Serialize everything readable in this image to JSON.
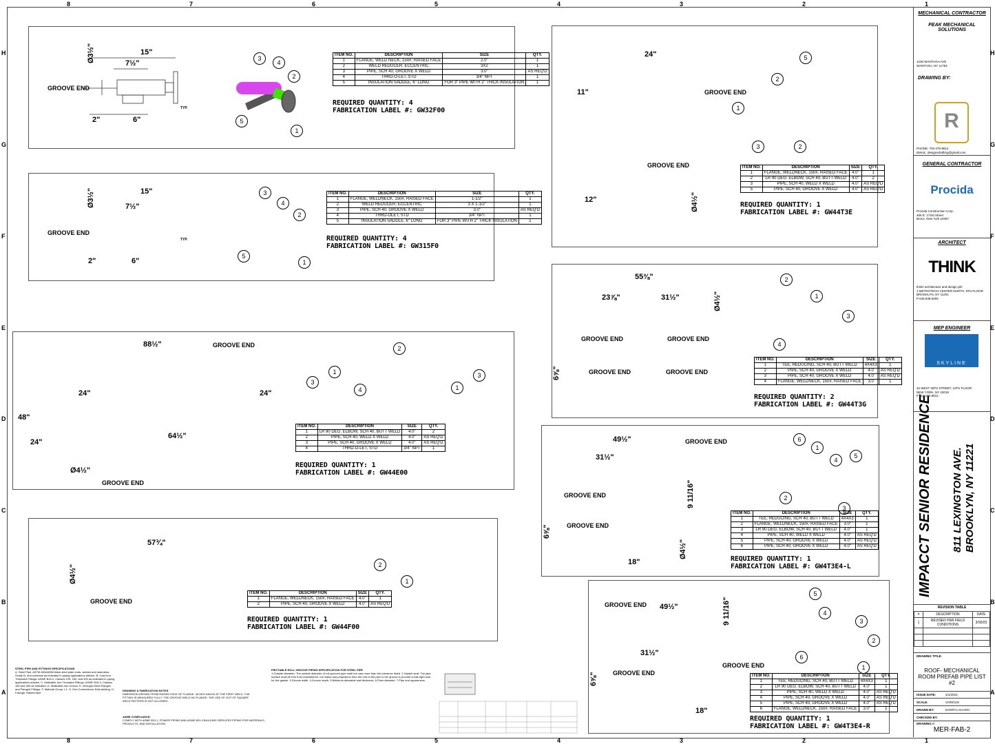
{
  "zones": {
    "cols": [
      "8",
      "7",
      "6",
      "5",
      "4",
      "3",
      "2",
      "1"
    ],
    "rows": [
      "H",
      "G",
      "F",
      "E",
      "D",
      "C",
      "B",
      "A"
    ]
  },
  "colors": {
    "pipe": "#d946ef",
    "fitting": "#ffe600",
    "flange": "#555555",
    "outline": "#333333"
  },
  "bom_header": {
    "item": "ITEM NO.",
    "desc": "DESCRIPTION",
    "size": "SIZE",
    "qty": "QTY."
  },
  "spools": [
    {
      "id": "gw32f00",
      "dims": {
        "d1": "15\"",
        "d2": "7½\"",
        "d3": "2\"",
        "d4": "6\"",
        "dia": "Ø3½\""
      },
      "labels": {
        "groove": "GROOVE END",
        "typ": "TYP."
      },
      "bom": [
        [
          "1",
          "FLANGE, WELD NECK, 150#, RAISED FACE",
          "2.0\"",
          "1"
        ],
        [
          "2",
          "WELD REDUCER, ECCENTRIC",
          "3X2",
          "1"
        ],
        [
          "3",
          "PIPE, SCH 40, GROOVE X WELD",
          "3.0\"",
          "AS REQ'D"
        ],
        [
          "4",
          "THRD-O-LET, STD",
          "3/4\" NPT",
          "1"
        ],
        [
          "5",
          "INSULATION SADDLE, 6\" LONG",
          "FOR 3\" PIPE WITH 2\" THICK INSULATION",
          "1"
        ]
      ],
      "qty": "REQUIRED QUANTITY: 4",
      "fab": "FABRICATION LABEL #: GW32F00"
    },
    {
      "id": "gw315f0",
      "dims": {
        "d1": "15\"",
        "d2": "7½\"",
        "d3": "2\"",
        "d4": "6\"",
        "dia": "Ø3½\""
      },
      "labels": {
        "groove": "GROOVE END",
        "typ": "TYP."
      },
      "bom": [
        [
          "1",
          "FLANGE, WELDNECK, 150#, RAISED FACE",
          "1-1/2\"",
          "1"
        ],
        [
          "2",
          "WELD REDUCER, ECCENTRIC",
          "3 X 1-1/2\"",
          "1"
        ],
        [
          "3",
          "PIPE, SCH 40, GROOVE X WELD",
          "3.0\"",
          "AS REQ'D"
        ],
        [
          "4",
          "THRD-OLET, STD",
          "3/4\" NPT",
          "1"
        ],
        [
          "5",
          "INSULATION SADDLE, 6\" LONG",
          "FOR 3\" PIPE WITH 2\" THICK INSULATION",
          "1"
        ]
      ],
      "qty": "REQUIRED QUANTITY: 4",
      "fab": "FABRICATION LABEL #: GW315F0"
    },
    {
      "id": "gw44e00",
      "dims": {
        "d1": "88½\"",
        "d2": "24\"",
        "d3": "24\"",
        "d4": "64½\"",
        "d5": "48\"",
        "d6": "24\"",
        "dia": "Ø4½\""
      },
      "labels": {
        "groove1": "GROOVE END",
        "groove2": "GROOVE END"
      },
      "bom": [
        [
          "1",
          "LR 90 DEG. ELBOW, SCH 40, BUTT WELD",
          "4.0\"",
          "2"
        ],
        [
          "2",
          "PIPE, SCH 40, WELD X WELD",
          "4.0\"",
          "AS REQ'D"
        ],
        [
          "3",
          "PIPE, SCH 40, GROOVE X WELD",
          "4.0\"",
          "AS REQ'D"
        ],
        [
          "4",
          "THRD-O-LET, STD",
          "3/4\" NPT",
          "1"
        ]
      ],
      "qty": "REQUIRED QUANTITY: 1",
      "fab": "FABRICATION LABEL #: GW44E00"
    },
    {
      "id": "gw44f00",
      "dims": {
        "d1": "57¾\"",
        "dia": "Ø4½\""
      },
      "labels": {
        "groove": "GROOVE END"
      },
      "bom": [
        [
          "1",
          "FLANGE, WELDNECK, 150#, RAISED FACE",
          "4.0\"",
          "1"
        ],
        [
          "2",
          "PIPE, SCH 40, GROOVE X WELD",
          "4.0\"",
          "AS REQ'D"
        ]
      ],
      "qty": "REQUIRED QUANTITY: 1",
      "fab": "FABRICATION LABEL #: GW44F00"
    },
    {
      "id": "gw44t3e",
      "dims": {
        "d1": "24\"",
        "d2": "11\"",
        "d3": "12\"",
        "dia": "Ø4½\""
      },
      "labels": {
        "groove1": "GROOVE END",
        "groove2": "GROOVE END"
      },
      "bom": [
        [
          "1",
          "FLANGE, WELDNECK, 150#, RAISED FACE",
          "4.0\"",
          "1"
        ],
        [
          "2",
          "LR 90 DEG. ELBOW, SCH 40, BUTT WELD",
          "4.0\"",
          "2"
        ],
        [
          "3",
          "PIPE, SCH 40, WELD X WELD",
          "4.0\"",
          "AS REQ'D"
        ],
        [
          "5",
          "PIPE, SCH 40, GROOVE X WELD",
          "4.0\"",
          "AS REQ'D"
        ]
      ],
      "qty": "REQUIRED QUANTITY: 1",
      "fab": "FABRICATION LABEL #: GW44T3E"
    },
    {
      "id": "gw44t3g",
      "dims": {
        "d1": "55⅜\"",
        "d2": "23⅞\"",
        "d3": "31½\"",
        "d4": "6⅝\"",
        "dia": "Ø4½\""
      },
      "labels": {
        "g1": "GROOVE END",
        "g2": "GROOVE END",
        "g3": "GROOVE END",
        "g4": "GROOVE END"
      },
      "bom": [
        [
          "1",
          "TEE, REDUCING, SCH 40, BUTT WELD",
          "4X4X3",
          "1"
        ],
        [
          "2",
          "PIPE, SCH 40, GROOVE X WELD",
          "4.0",
          "AS REQ'D"
        ],
        [
          "3",
          "PIPE, SCH 40, GROOVE X WELD",
          "4.0",
          "AS REQ'D"
        ],
        [
          "4",
          "FLANGE, WELDNECK, 150#, RAISED FACE",
          "3.0",
          "1"
        ]
      ],
      "qty": "REQUIRED QUANTITY: 2",
      "fab": "FABRICATION LABEL #: GW44T3G"
    },
    {
      "id": "gw4t3e4l",
      "dims": {
        "d1": "49½\"",
        "d2": "31½\"",
        "d3": "9 11/16\"",
        "d4": "6⅝\"",
        "d5": "18\"",
        "dia": "Ø4½\""
      },
      "labels": {
        "g1": "GROOVE END",
        "g2": "GROOVE END",
        "g3": "GROOVE END"
      },
      "bom": [
        [
          "1",
          "TEE, REDUCING, SCH 40, BUTT WELD",
          "4X4X3",
          "1"
        ],
        [
          "2",
          "FLANGE, WELDNECK, 150#, RAISED FACE",
          "3.0\"",
          "1"
        ],
        [
          "3",
          "LR 90 DEG. ELBOW, SCH 40, BUTT WELD",
          "4.0\"",
          "1"
        ],
        [
          "4",
          "PIPE, SCH 40, WELD X WELD",
          "4.0\"",
          "AS REQ'D"
        ],
        [
          "5",
          "PIPE, SCH 40, GROOVE X WELD",
          "4.0\"",
          "AS REQ'D"
        ],
        [
          "6",
          "PIPE, SCH 40, GROOVE X WELD",
          "4.0\"",
          "AS REQ'D"
        ]
      ],
      "qty": "REQUIRED QUANTITY: 1",
      "fab": "FABRICATION LABEL #: GW4T3E4-L"
    },
    {
      "id": "gw4t3e4r",
      "dims": {
        "d1": "49½\"",
        "d2": "31½\"",
        "d3": "9 11/16\"",
        "d4": "6⅝\"",
        "d5": "18\""
      },
      "labels": {
        "g1": "GROOVE END",
        "g2": "GROOVE END",
        "g3": "GROOVE END"
      },
      "bom": [
        [
          "1",
          "TEE, REDUCING, SCH 40, BUTT WELD",
          "4X4X3",
          "1"
        ],
        [
          "2",
          "LR 90 DEG. ELBOW, SCH 40, BUTT WELD",
          "4.0\"",
          "1"
        ],
        [
          "3",
          "PIPE, SCH 40, WELD X WELD",
          "4.0\"",
          "AS REQ'D"
        ],
        [
          "4",
          "PIPE, SCH 40, GROOVE X WELD",
          "4.0\"",
          "AS REQ'D"
        ],
        [
          "5",
          "PIPE, SCH 40, GROOVE X WELD",
          "4.0\"",
          "AS REQ'D"
        ],
        [
          "6",
          "FLANGE, WELDNECK, 150#, RAISED FACE",
          "3.0\"",
          "1"
        ]
      ],
      "qty": "REQUIRED QUANTITY: 1",
      "fab": "FABRICATION LABEL #: GW4T3E4-R"
    }
  ],
  "title_block": {
    "mech_head": "MECHANICAL CONTRACTOR",
    "mech_name": "PEAK MECHANICAL SOLUTIONS",
    "mech_addr": "1230 WANTAGH AVE\nWANTAGH, NY 11793",
    "drawing_by": "DRAWING BY:",
    "draw_contact": "PHONE: 703-475-8812\nEMAIL: designsdrafting@gmail.com",
    "gc_head": "GENERAL CONTRACTOR",
    "gc_logo": "Procida",
    "gc_addr": "Procida Construction Corp.\n456 E. 173rd Street\nBronx, New York 10457",
    "arch_head": "ARCHITECT",
    "arch_logo": "THINK",
    "arch_addr": "think! architecture and design pllc\n1 METROTECH CENTER NORTH, 8TH FLOOR\nBROOKLYN, NY 11201\nP 646.838.5000",
    "mep_head": "MEP ENGINEER",
    "mep_logo": "SKYLINE",
    "mep_addr": "42 WEST 39TH STREET, 10TH FLOOR\nNEW YORK, NY 10018\nP 212.233.8812",
    "project": "IMPACCT SENIOR RESIDENCE",
    "address1": "811 LEXINGTON AVE.",
    "address2": "BROOKLYN, NY 11221",
    "rev_table": "REVISION TABLE",
    "rev_cols": [
      "#",
      "DESCRIPTION",
      "DATE"
    ],
    "rev_row": [
      "1",
      "REVISED PER FIELD CONDITIONS",
      "3/30/23"
    ],
    "drawing_title_lbl": "DRAWING TITLE:",
    "drawing_title": "ROOF- MECHANICAL ROOM PREFAB PIPE LIST #2",
    "issue_lbl": "ISSUE DATE:",
    "issue": "2/1/2023",
    "scale_lbl": "SCALE:",
    "scale": "VARIOUS",
    "drawn_lbl": "DRAWN BY:",
    "drawn": "DARRYL KHARH",
    "checked_lbl": "CHECKED BY:",
    "checked": "",
    "dwgno_lbl": "DRAWING #:",
    "dwgno": "MER-FAB-2"
  },
  "notes": {
    "steel_head": "STEEL PIPE AND FITTINGS SPECIFICATIONS",
    "steel_body": "A. Steel Pipe: ASTM A53/A53M black steel plain ends, welded and seamless; Grade B, and schedule as indicated in piping applications articles. B. Cast-Iron Threaded Fittings: ASME B16.4, Classes 125, 150, and 300 as indicated in piping applications articles. C. Malleable-Iron Threaded Fittings: ASME B16.3, Classes 150 and 300 as indicated. D. Malleable-Iron Unions. E. Wrought-Steel Flanges and Flanged Fittings. F. Material Group 1.1. G. End Connections: Butt welding. H. Facings: Raised face.",
    "fab_head": "DRAWING & FABRICATION NOTES",
    "fab_body": "DIMENSION DROWN FROM RAISED FACE OF FLANGE. 45 DEG ANGLE AT THE FIRST WELD. THE FITTING IS MEASURED FULLY. THE GROOVE WELD NO FLANGE. THE USE OF OUT OF SQUARE WELD PATTERN IS NOT ALLOWED.",
    "asme_head": "ASME COMPLIANCE:",
    "asme_body": "COMPLY WITH ASME B31.1, POWER PIPING AND ASME B31.9 BUILDING SERVICES PIPING FOR MATERIALS, PRODUCTS, AND INSTALLATION.",
    "groove_head": "PIECTABLE ROLL GROOVE PIPING SPECIFICATION FOR STEEL PIPE",
    "groove_body": "1.Outside diameter: The outside diameter of roll grooved pipe shall not vary more than the tolerance listed. 2.Gasket seat: The pipe surface shall be free from indentations, roll marks and projections from the end of the pipe to the groove to provide a leak tight seal for the gasket. 3.Groove width. 4.Groove depth. 5.Minimum allowable wall thickness. 6.Flare diameter. 7.Pipe end squareness."
  }
}
